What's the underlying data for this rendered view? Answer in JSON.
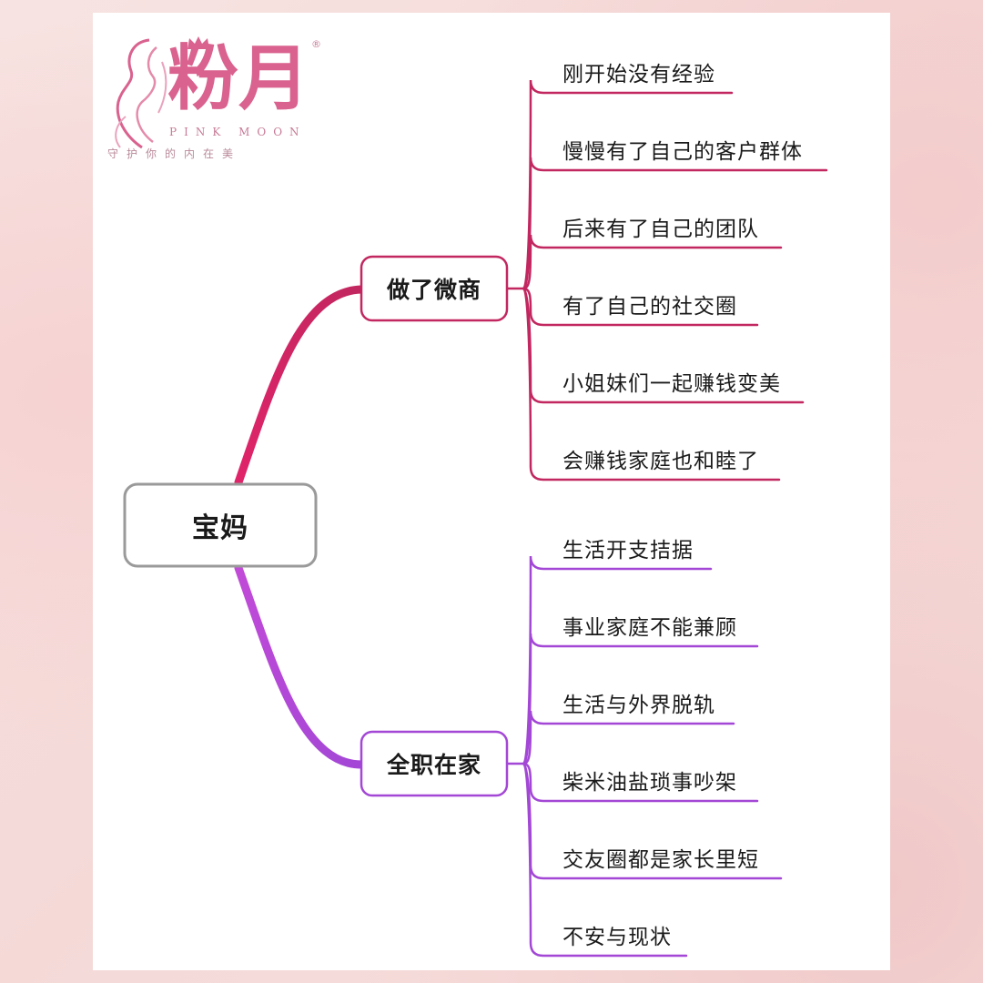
{
  "logo": {
    "brand_cn": "粉月",
    "brand_en": "PINK MOON",
    "tagline": "守护你的内在美",
    "registered_mark": "®"
  },
  "mindmap": {
    "root": "宝妈",
    "branches": [
      {
        "label": "做了微商",
        "color": "#c2275f",
        "leaves": [
          "刚开始没有经验",
          "慢慢有了自己的客户群体",
          "后来有了自己的团队",
          "有了自己的社交圈",
          "小姐妹们一起赚钱变美",
          "会赚钱家庭也和睦了"
        ]
      },
      {
        "label": "全职在家",
        "color": "#a347d6",
        "leaves": [
          "生活开支拮据",
          "事业家庭不能兼顾",
          "生活与外界脱轨",
          "柴米油盐琐事吵架",
          "交友圈都是家长里短",
          "不安与现状"
        ]
      }
    ]
  },
  "colors": {
    "root_border": "#9a9a9a",
    "logo_pink": "#d9628e"
  }
}
